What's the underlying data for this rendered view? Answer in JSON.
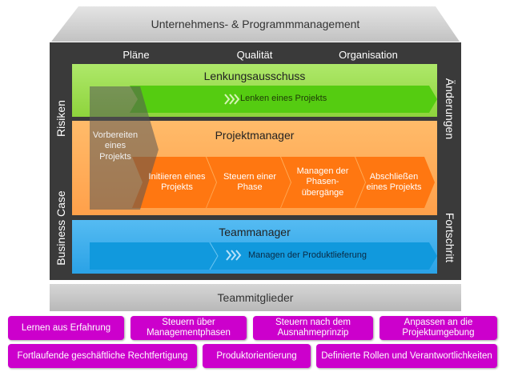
{
  "top_bar": "Unternehmens- & Programmmanagement",
  "columns": [
    "Pläne",
    "Qualität",
    "Organisation"
  ],
  "side_left": [
    "Risiken",
    "Business Case"
  ],
  "side_right": [
    "Änderungen",
    "Fortschritt"
  ],
  "steering": {
    "title": "Lenkungsausschuss",
    "process": "Lenken eines Projekts",
    "color": "#99dd44"
  },
  "pm": {
    "title": "Projektmanager",
    "prepare": "Vorbereiten eines Projekts",
    "steps": [
      "Initiieren eines Projekts",
      "Steuern einer Phase",
      "Managen der Phasen-übergänge",
      "Abschließen eines Projekts"
    ],
    "color": "#ffaa55"
  },
  "team": {
    "title": "Teammanager",
    "process": "Managen der Produktlieferung",
    "color": "#33aaee"
  },
  "bottom_bar": "Teammitglieder",
  "principles": [
    "Lernen aus Erfahrung",
    "Steuern über Managementphasen",
    "Steuern nach dem Ausnahmeprinzip",
    "Anpassen an die Projektumgebung",
    "Fortlaufende geschäftliche Rechtfertigung",
    "Produktorientierung",
    "Definierte Rollen und Verantwortlichkeiten"
  ],
  "colors": {
    "frame": "#3a3a3a",
    "gray_bar": "#cccccc",
    "principle": "#cc00cc",
    "arrow_green": "#55cc11",
    "arrow_orange": "#ff7711",
    "arrow_blue": "#1199dd"
  }
}
